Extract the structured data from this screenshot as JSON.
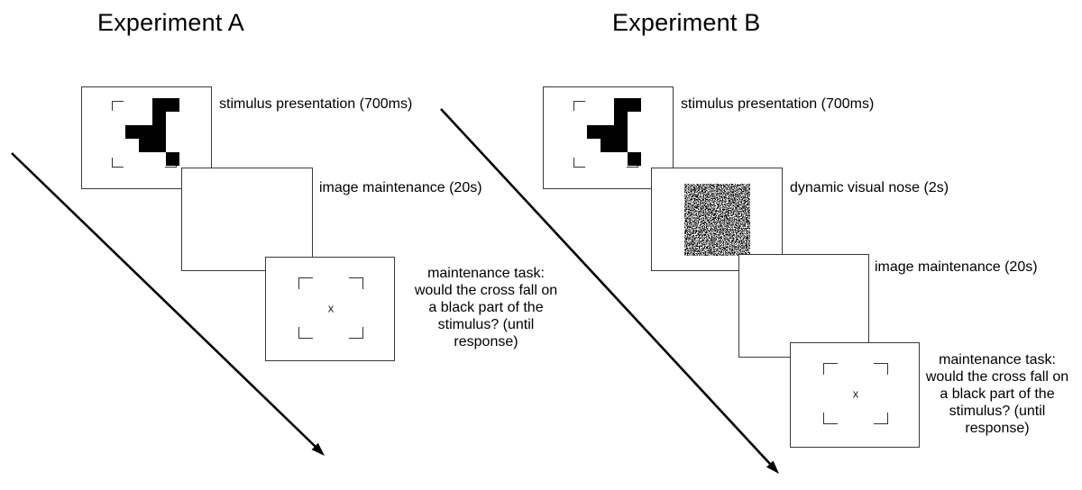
{
  "experiments": {
    "a": {
      "title": "Experiment A",
      "frames": [
        {
          "label": "stimulus presentation (700ms)"
        },
        {
          "label": "image maintenance (20s)"
        },
        {
          "label": "maintenance task:\nwould the cross fall on\na black part of the\nstimulus? (until\nresponse)"
        }
      ]
    },
    "b": {
      "title": "Experiment B",
      "frames": [
        {
          "label": "stimulus presentation (700ms)"
        },
        {
          "label": "dynamic visual nose (2s)"
        },
        {
          "label": "image maintenance (20s)"
        },
        {
          "label": "maintenance task:\nwould the cross fall on\na black part of the\nstimulus? (until\nresponse)"
        }
      ]
    }
  },
  "stimulus": {
    "grid": [
      "..##.",
      "..#..",
      "###..",
      ".##..",
      "...#."
    ]
  },
  "fixation_cross": "x",
  "colors": {
    "box_border": "#3a3a3a",
    "stimulus": "#000000",
    "arrow": "#000000",
    "bracket": "#333333"
  }
}
